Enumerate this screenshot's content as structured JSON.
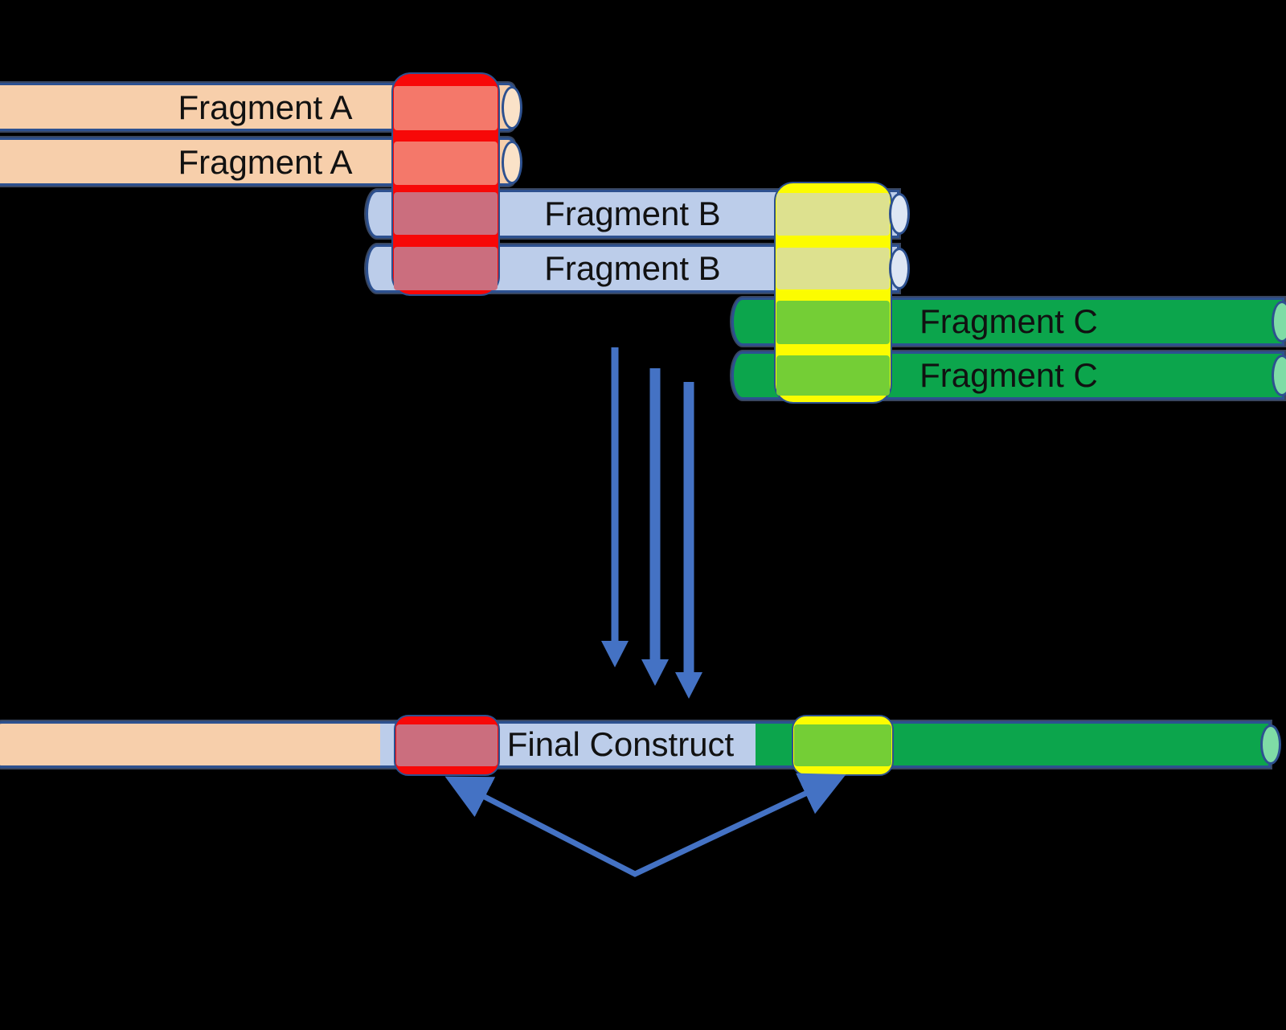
{
  "diagram": {
    "fragments": [
      {
        "id": "A",
        "label": "Fragment A",
        "copies": 2,
        "color": "peach"
      },
      {
        "id": "B",
        "label": "Fragment B",
        "copies": 2,
        "color": "light-blue"
      },
      {
        "id": "C",
        "label": "Fragment C",
        "copies": 2,
        "color": "green"
      }
    ],
    "overlaps": [
      {
        "id": "AB",
        "color": "red"
      },
      {
        "id": "BC",
        "color": "yellow"
      }
    ],
    "final_construct": {
      "label": "Final Construct"
    }
  },
  "colors": {
    "background": "#000000",
    "bar-outline": "#2d5190",
    "peach": "#f7cfab",
    "peach-cap": "#fae2c8",
    "blue-bar": "#bccdea",
    "blue-cap": "#dde6f4",
    "green-bar": "#0ca54c",
    "green-cap": "#7fdca6",
    "overlap-red": "#f70808",
    "red-on-peach": "#f4786a",
    "red-on-blue": "#cb6e7e",
    "overlap-yellow": "#fcfc00",
    "yellow-on-blue": "#dde18f",
    "yellow-on-green": "#74ce36",
    "arrow-blue": "#4472c4",
    "text": "#111111"
  }
}
